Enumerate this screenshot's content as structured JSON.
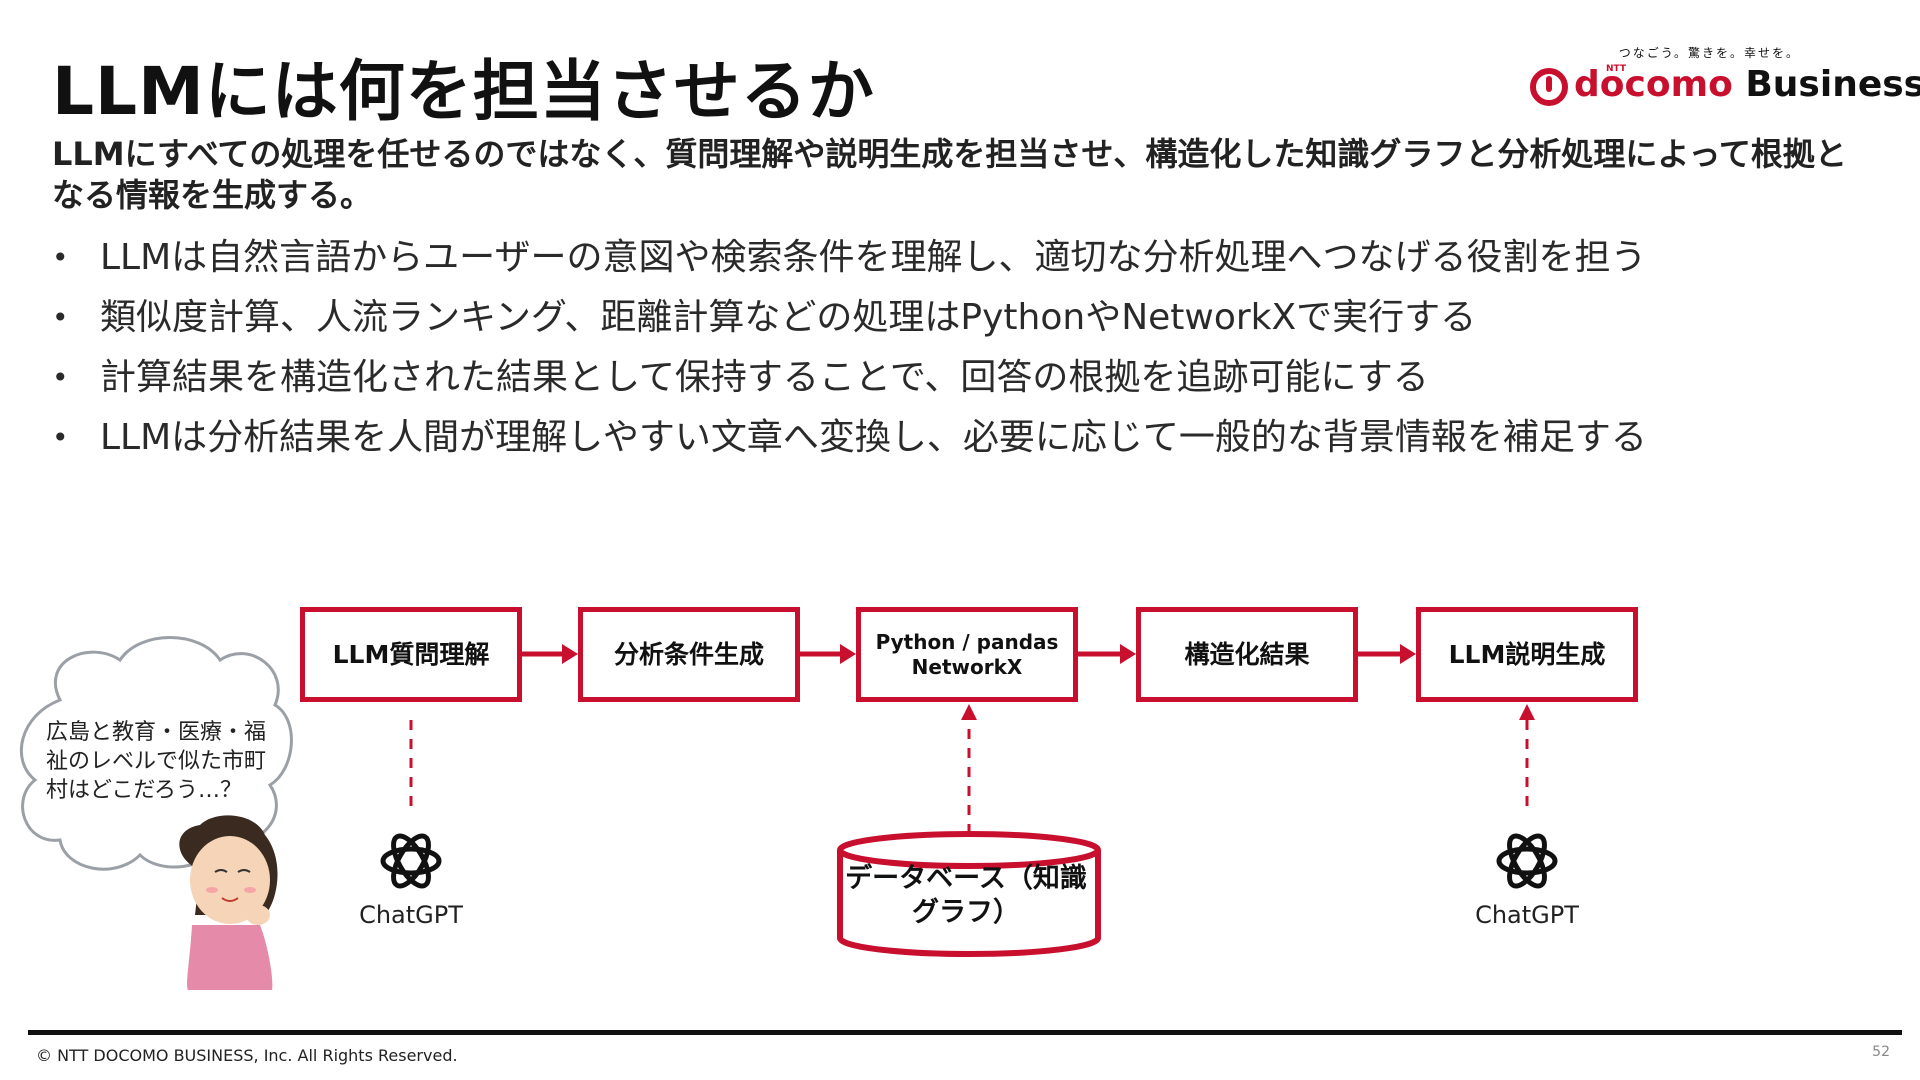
{
  "slide": {
    "title": "LLMには何を担当させるか",
    "lead": "LLMにすべての処理を任せるのではなく、質問理解や説明生成を担当させ、構造化した知識グラフと分析処理によって根拠となる情報を生成する。",
    "bullets": [
      "LLMは自然言語からユーザーの意図や検索条件を理解し、適切な分析処理へつなげる役割を担う",
      "類似度計算、人流ランキング、距離計算などの処理はPythonやNetworkXで実行する",
      "計算結果を構造化された結果として保持することで、回答の根拠を追跡可能にする",
      "LLMは分析結果を人間が理解しやすい文章へ変換し、必要に応じて一般的な背景情報を補足する"
    ]
  },
  "logo": {
    "tagline": "つなごう。驚きを。幸せを。",
    "ntt": "NTT",
    "brand_docomo": "docomo",
    "brand_business": " Business"
  },
  "flow": {
    "steps": [
      "LLM質問理解",
      "分析条件生成",
      "Python / pandas NetworkX",
      "構造化結果",
      "LLM説明生成"
    ],
    "database": "データベース（知識グラフ）",
    "chatgpt_left": "ChatGPT",
    "chatgpt_right": "ChatGPT"
  },
  "thought_bubble": "広島と教育・医療・福祉のレベルで似た市町村はどこだろう…？",
  "footer": {
    "copyright": "© NTT DOCOMO BUSINESS, Inc. All Rights Reserved.",
    "page_number": "52"
  },
  "colors": {
    "accent": "#c8102e",
    "text": "#111111"
  }
}
